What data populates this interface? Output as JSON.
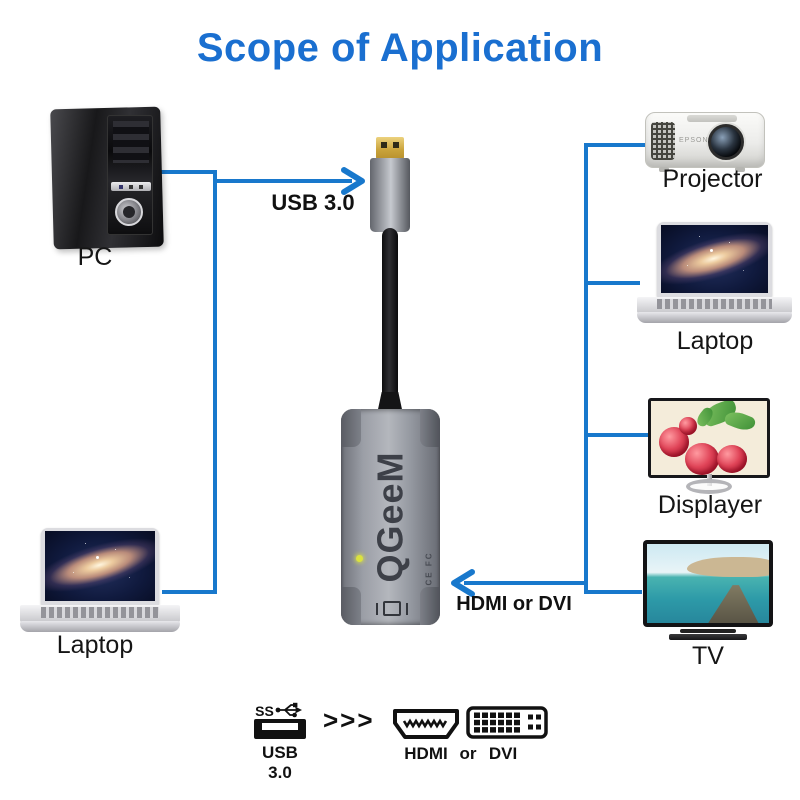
{
  "title": "Scope of Application",
  "colors": {
    "accent": "#1878cc",
    "title": "#1a6fd0"
  },
  "sources": {
    "pc_label": "PC",
    "laptop_label": "Laptop"
  },
  "adapter": {
    "brand": "QGeeM",
    "certifications": "CE FC"
  },
  "connections": {
    "usb_label": "USB 3.0",
    "hdmi_dvi_label": "HDMI or DVI"
  },
  "outputs": {
    "projector_label": "Projector",
    "projector_brand": "EPSON",
    "laptop_label": "Laptop",
    "displayer_label": "Displayer",
    "tv_label": "TV"
  },
  "legend": {
    "usb_ss": "SS",
    "usb_label": "USB 3.0",
    "chevrons": ">>>",
    "hdmi_label": "HDMI",
    "or_label": "or",
    "dvi_label": "DVI"
  }
}
